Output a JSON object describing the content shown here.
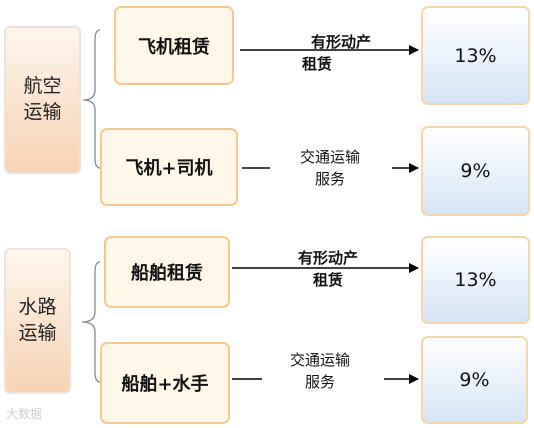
{
  "categories": [
    {
      "line1": "航空",
      "line2": "运输"
    },
    {
      "line1": "水路",
      "line2": "运输"
    }
  ],
  "rows": [
    {
      "business": "飞机租赁",
      "service_line1": "有形动产",
      "service_line2": "租赁",
      "rate": "13%"
    },
    {
      "business": "飞机+司机",
      "service_line1": "交通运输",
      "service_line2": "服务",
      "rate": "9%"
    },
    {
      "business": "船舶租赁",
      "service_line1": "有形动产",
      "service_line2": "租赁",
      "rate": "13%"
    },
    {
      "business": "船舶+水手",
      "service_line1": "交通运输",
      "service_line2": "服务",
      "rate": "9%"
    }
  ],
  "watermark": "大数据"
}
